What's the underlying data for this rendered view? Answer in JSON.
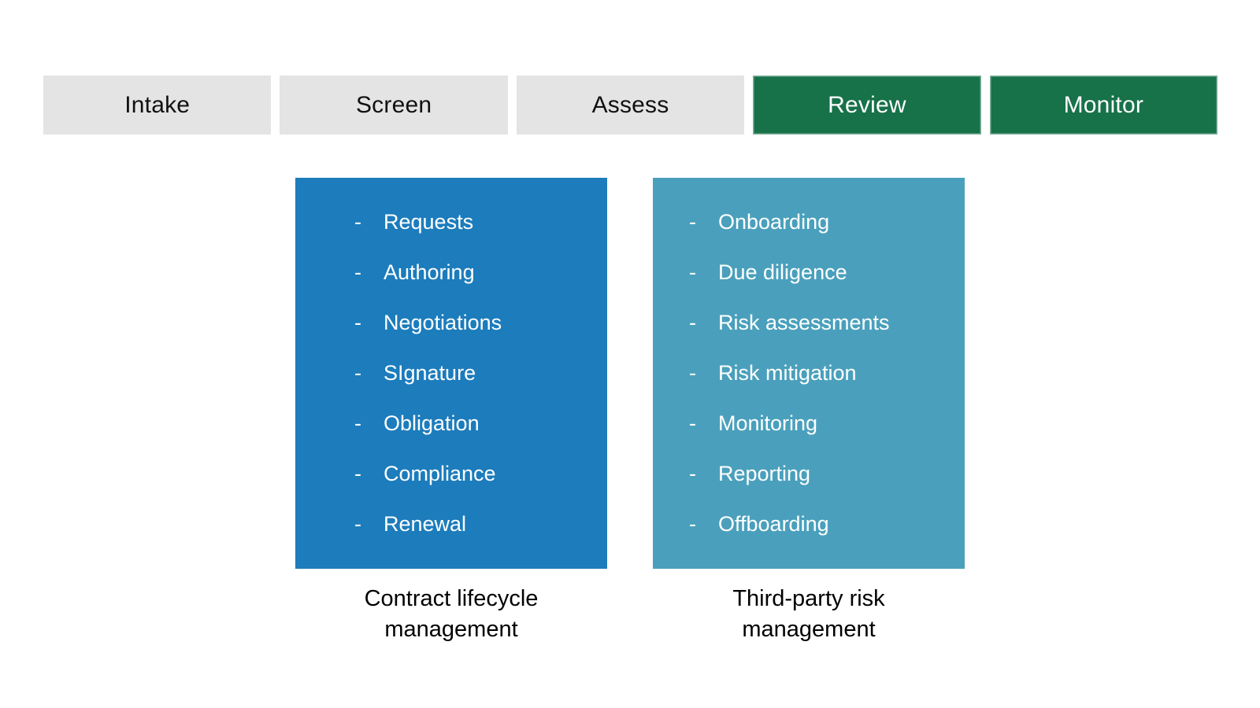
{
  "colors": {
    "page_bg": "#ffffff",
    "stage_inactive_bg": "#e4e4e4",
    "stage_inactive_text": "#111111",
    "stage_active_bg": "#177149",
    "stage_active_text": "#ffffff",
    "panel_clm_bg": "#1c7cbc",
    "panel_tprm_bg": "#4aa0bc",
    "panel_text": "#ffffff",
    "caption_text": "#000000"
  },
  "stages": [
    {
      "label": "Intake",
      "active": false
    },
    {
      "label": "Screen",
      "active": false
    },
    {
      "label": "Assess",
      "active": false
    },
    {
      "label": "Review",
      "active": true
    },
    {
      "label": "Monitor",
      "active": true
    }
  ],
  "panels": [
    {
      "id": "contract-lifecycle-management",
      "bullet": "-",
      "items": [
        "Requests",
        "Authoring",
        "Negotiations",
        "SIgnature",
        "Obligation",
        "Compliance",
        "Renewal"
      ],
      "caption_line1": "Contract lifecycle",
      "caption_line2": "management"
    },
    {
      "id": "third-party-risk-management",
      "bullet": "-",
      "items": [
        "Onboarding",
        "Due diligence",
        "Risk assessments",
        "Risk mitigation",
        "Monitoring",
        "Reporting",
        "Offboarding"
      ],
      "caption_line1": "Third-party risk",
      "caption_line2": "management"
    }
  ]
}
